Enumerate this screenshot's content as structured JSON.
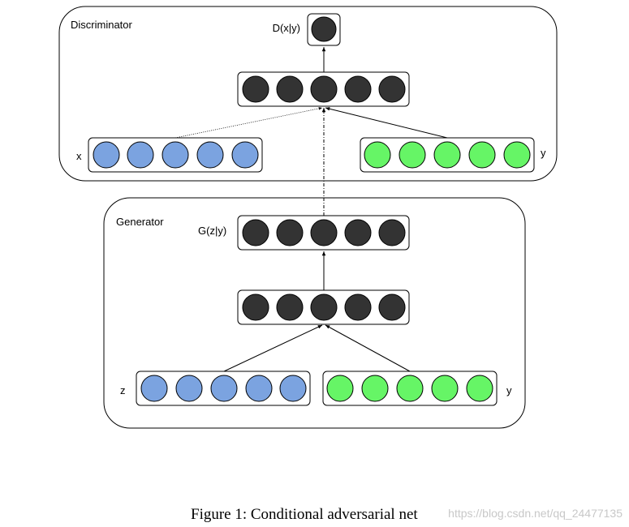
{
  "colors": {
    "hidden_node": "#333333",
    "input_node": "#7ba3e0",
    "label_node": "#66f566"
  },
  "discriminator": {
    "title": "Discriminator",
    "output_label": "D(x|y)",
    "x_label": "x",
    "y_label": "y"
  },
  "generator": {
    "title": "Generator",
    "output_label": "G(z|y)",
    "z_label": "z",
    "y_label": "y"
  },
  "caption": "Figure 1: Conditional adversarial net",
  "watermark": "https://blog.csdn.net/qq_24477135"
}
